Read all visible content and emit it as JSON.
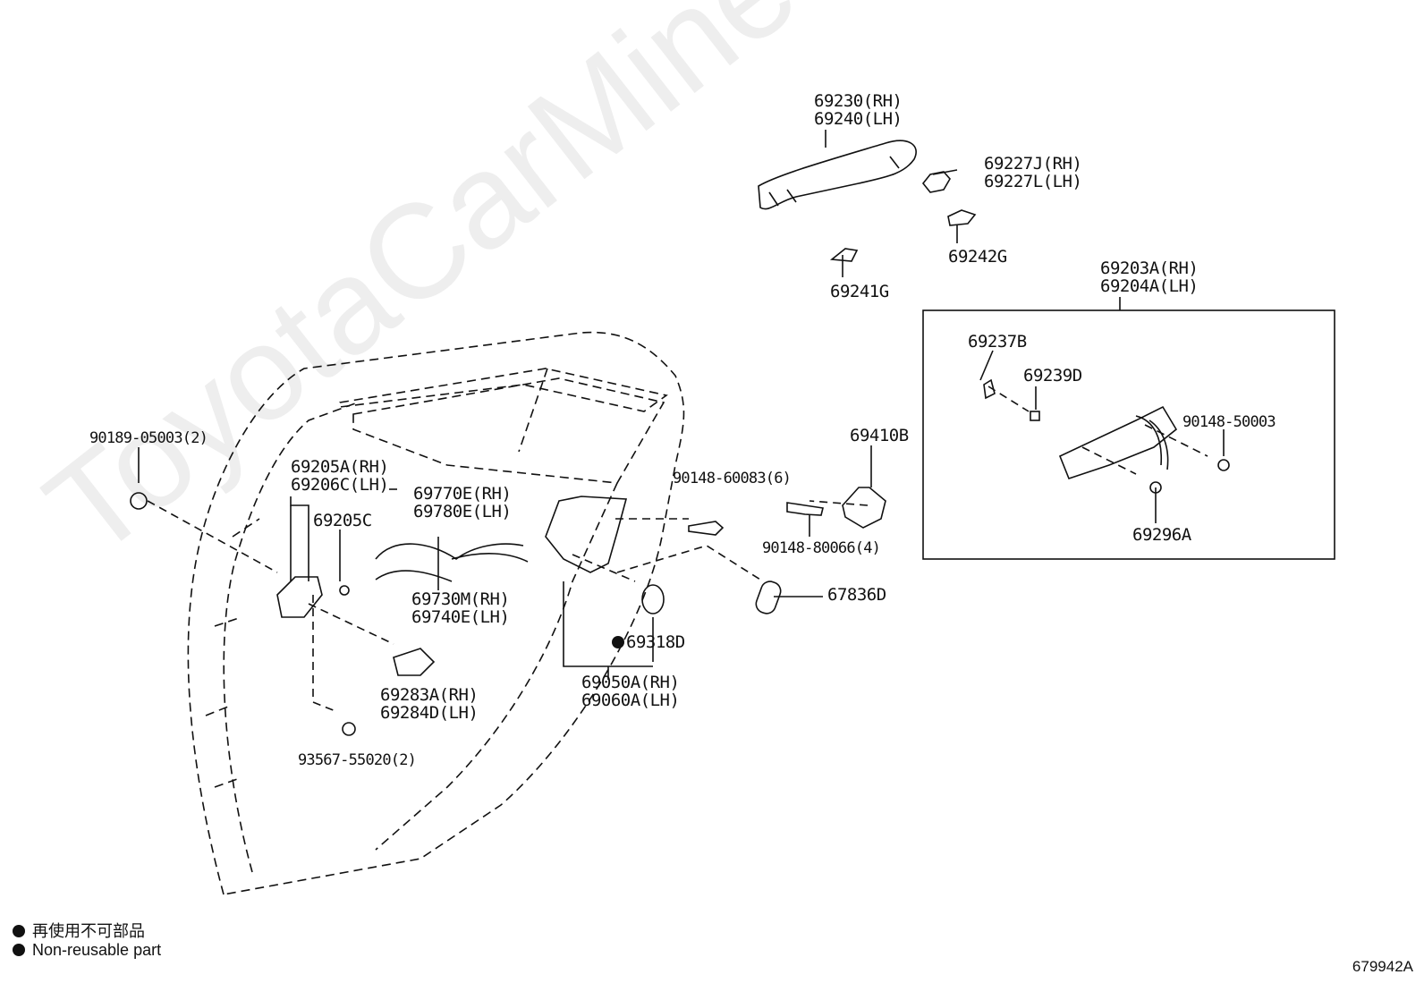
{
  "watermark": "ToyotaCarMine.ru",
  "parts": {
    "p69230": "69230(RH)",
    "p69240": "69240(LH)",
    "p69227J": "69227J(RH)",
    "p69227L": "69227L(LH)",
    "p69242G": "69242G",
    "p69241G": "69241G",
    "p69203A": "69203A(RH)",
    "p69204A": "69204A(LH)",
    "p69237B": "69237B",
    "p69239D": "69239D",
    "p90148_50003": "90148-50003",
    "p69296A": "69296A",
    "p69410B": "69410B",
    "p90148_60083": "90148-60083(6)",
    "p90148_80066": "90148-80066(4)",
    "p67836D": "67836D",
    "p90189_05003": "90189-05003(2)",
    "p69205A": "69205A(RH)",
    "p69206C": "69206C(LH)",
    "p69205C": "69205C",
    "p69770E": "69770E(RH)",
    "p69780E": "69780E(LH)",
    "p69730M": "69730M(RH)",
    "p69740E": "69740E(LH)",
    "p69318D": "69318D",
    "p69050A": "69050A(RH)",
    "p69060A": "69060A(LH)",
    "p69283A": "69283A(RH)",
    "p69284D": "69284D(LH)",
    "p93567_55020": "93567-55020(2)"
  },
  "legend": {
    "jp": "再使用不可部品",
    "en": "Non-reusable part"
  },
  "diagram_code": "679942A"
}
